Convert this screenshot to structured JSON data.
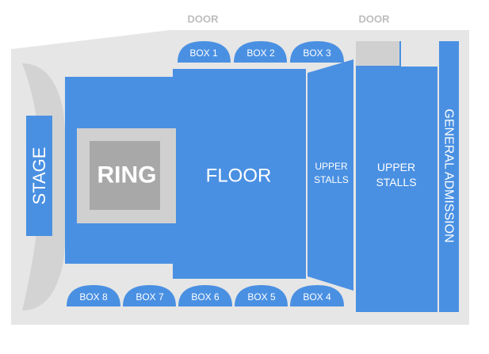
{
  "doors": [
    "DOOR",
    "DOOR"
  ],
  "stage": "STAGE",
  "ring": "RING",
  "floor": "FLOOR",
  "upper_stalls_left": [
    "UPPER",
    "STALLS"
  ],
  "upper_stalls_right": [
    "UPPER",
    "STALLS"
  ],
  "general_admission": "GENERAL ADMISSION",
  "boxes_top": [
    "BOX 1",
    "BOX 2",
    "BOX 3"
  ],
  "boxes_bottom": [
    "BOX 8",
    "BOX 7",
    "BOX 6",
    "BOX 5",
    "BOX 4"
  ],
  "colors": {
    "seat": "#4a90e2",
    "venue_bg": "#e6e6e6",
    "ring_outer": "#d0d0d0",
    "ring_inner": "#a8a8a8",
    "door_text": "#bdbdbd"
  }
}
